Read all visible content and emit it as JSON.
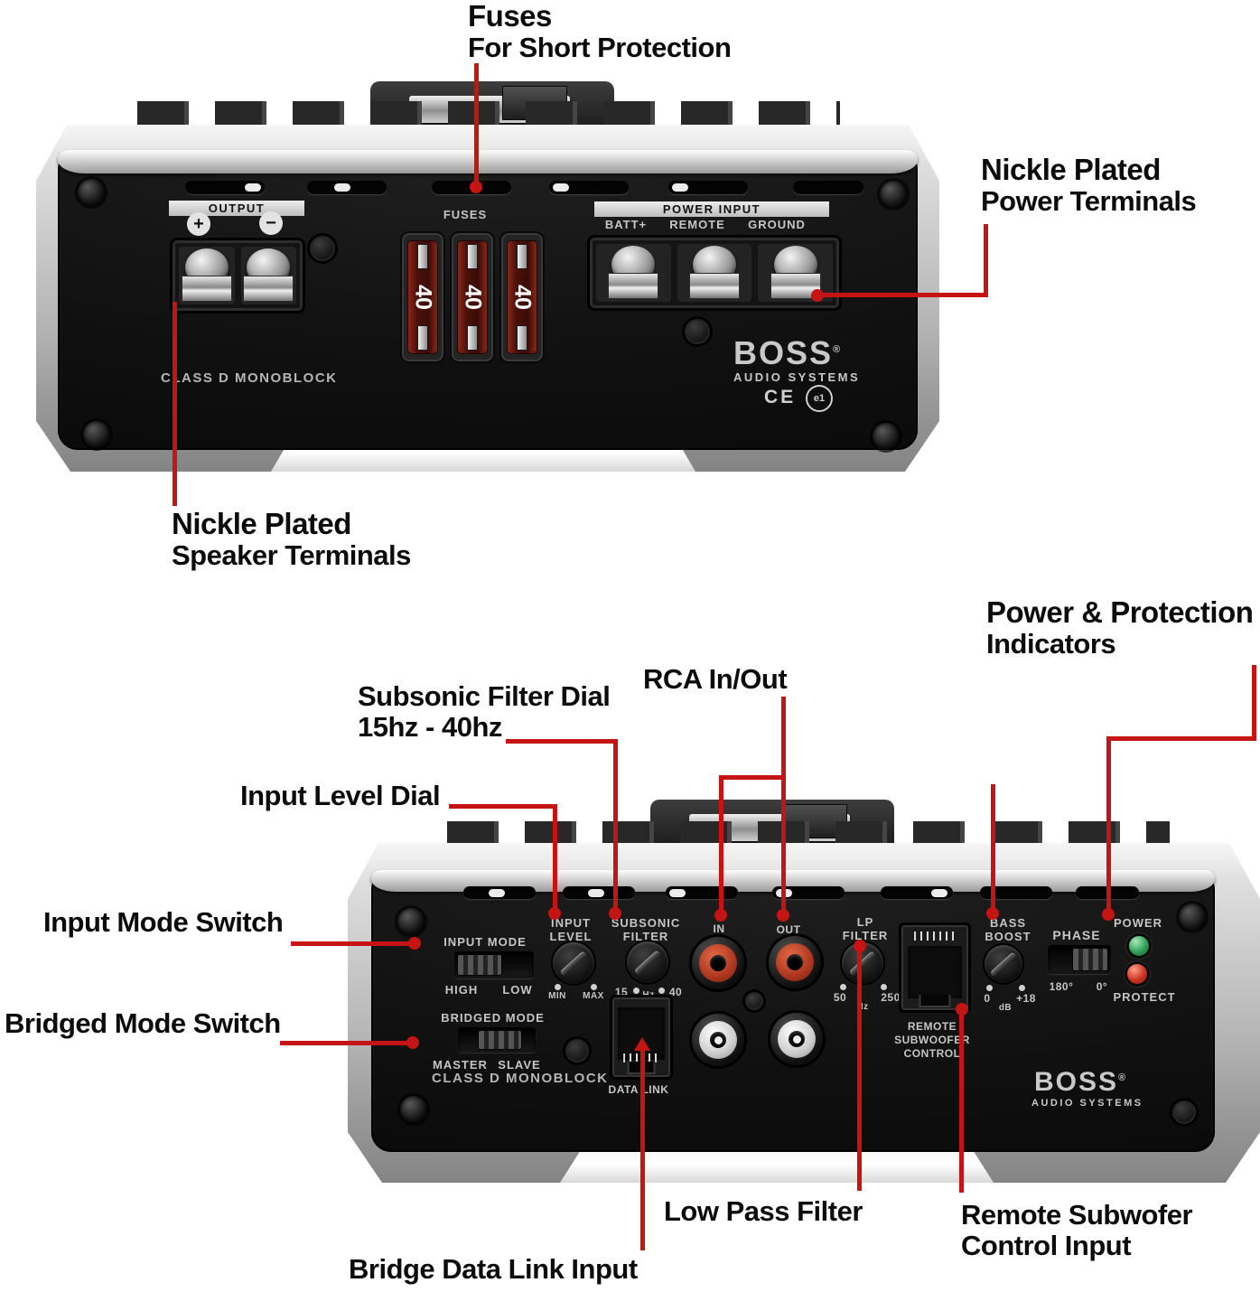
{
  "colors": {
    "callout_red": "#c41414",
    "led_green": "#2f9e57",
    "led_red": "#cc3322",
    "rca_red": "#b03820"
  },
  "callouts": {
    "fuses_title": "Fuses",
    "fuses_sub": "For Short Protection",
    "power_terminals_title": "Nickle Plated",
    "power_terminals_sub": "Power Terminals",
    "speaker_terminals_title": "Nickle Plated",
    "speaker_terminals_sub": "Speaker Terminals",
    "power_protection_title": "Power & Protection",
    "power_protection_sub": "Indicators",
    "rca_label": "RCA In/Out",
    "subsonic_title": "Subsonic Filter Dial",
    "subsonic_sub": "15hz - 40hz",
    "input_level_label": "Input Level Dial",
    "input_mode_label": "Input Mode Switch",
    "bridged_mode_label": "Bridged Mode Switch",
    "low_pass_label": "Low Pass Filter",
    "remote_sub_title": "Remote Subwofer",
    "remote_sub_sub": "Control Input",
    "bridge_data_label": "Bridge Data Link Input"
  },
  "amp_rear": {
    "output_label": "OUTPUT",
    "plus": "+",
    "minus": "−",
    "fuses_label": "FUSES",
    "fuse_values": [
      "40",
      "40",
      "40"
    ],
    "power_input_label": "POWER INPUT",
    "batt": "BATT+",
    "remote": "REMOTE",
    "ground": "GROUND",
    "brand": "BOSS",
    "brand_reg": "®",
    "brand_sub": "AUDIO SYSTEMS",
    "ce_mark": "CE",
    "e1_mark": "e1",
    "model": "CLASS D MONOBLOCK"
  },
  "amp_front": {
    "input_mode_label": "INPUT MODE",
    "input_mode_left": "HIGH",
    "input_mode_right": "LOW",
    "bridged_mode_label": "BRIDGED MODE",
    "bridged_mode_left": "MASTER",
    "bridged_mode_right": "SLAVE",
    "model": "CLASS D MONOBLOCK",
    "input_level_1": "INPUT",
    "input_level_2": "LEVEL",
    "input_level_min": "MIN",
    "input_level_max": "MAX",
    "subsonic_1": "SUBSONIC",
    "subsonic_2": "FILTER",
    "subsonic_left": "15",
    "subsonic_unit": "Hz",
    "subsonic_right": "40",
    "data_link_label": "DATA LINK",
    "rca_in": "IN",
    "rca_out": "OUT",
    "lp_1": "LP",
    "lp_2": "FILTER",
    "lp_left": "50",
    "lp_right": "250",
    "lp_unit": "Hz",
    "remote_1": "REMOTE",
    "remote_2": "SUBWOOFER",
    "remote_3": "CONTROL",
    "bass_1": "BASS",
    "bass_2": "BOOST",
    "bass_left": "0",
    "bass_right": "+18",
    "bass_unit": "dB",
    "phase_label": "PHASE",
    "phase_left": "180°",
    "phase_right": "0°",
    "power_label": "POWER",
    "protect_label": "PROTECT",
    "brand": "BOSS",
    "brand_reg": "®",
    "brand_sub": "AUDIO SYSTEMS"
  }
}
